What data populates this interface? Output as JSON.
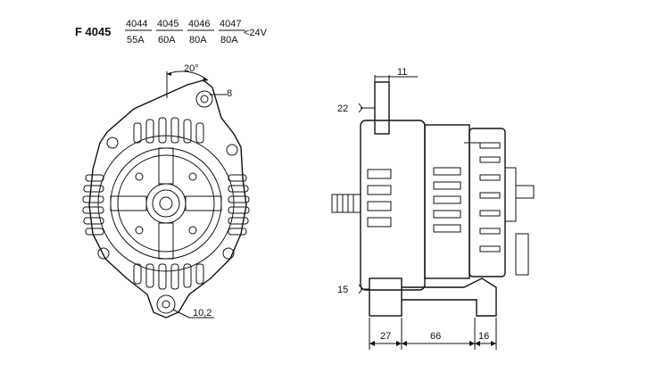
{
  "header": {
    "model": "F 4045",
    "variants": [
      {
        "code": "4044",
        "current": "55A"
      },
      {
        "code": "4045",
        "current": "60A"
      },
      {
        "code": "4046",
        "current": "80A"
      },
      {
        "code": "4047",
        "current": "80A"
      }
    ],
    "voltage": "<24V"
  },
  "front_view": {
    "angle_label": "20°",
    "hole_label": "8",
    "bottom_hole_label": "10,2"
  },
  "side_view": {
    "top_width_label": "11",
    "upper_gap_label": "22",
    "lower_gap_label": "15",
    "dims": [
      "27",
      "66",
      "16"
    ]
  },
  "colors": {
    "line": "#111111",
    "background": "#ffffff"
  }
}
